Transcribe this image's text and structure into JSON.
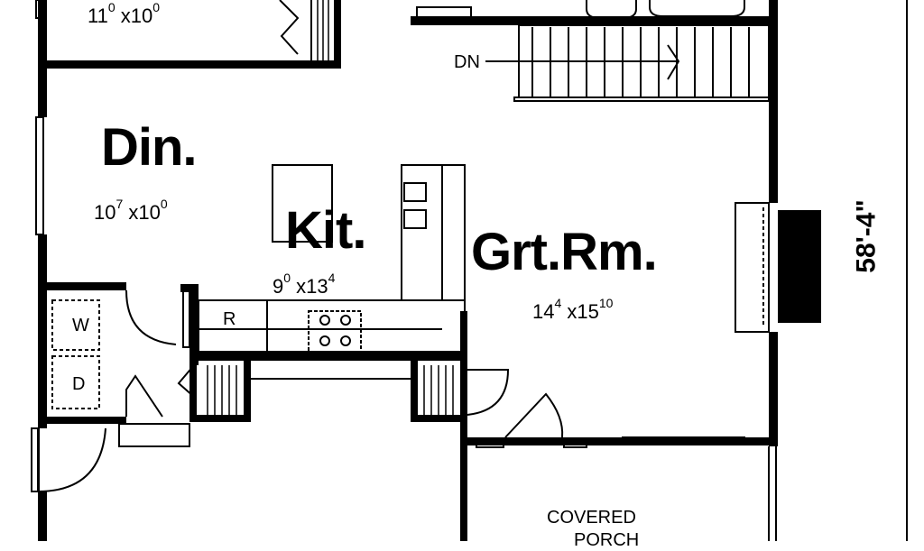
{
  "plan": {
    "rooms": [
      {
        "name": "",
        "width": "11",
        "width_in": "0",
        "depth": "10",
        "depth_in": "0"
      },
      {
        "name": "Din.",
        "width": "10",
        "width_in": "7",
        "depth": "10",
        "depth_in": "0"
      },
      {
        "name": "Kit.",
        "width": "9",
        "width_in": "0",
        "depth": "13",
        "depth_in": "4"
      },
      {
        "name": "Grt.Rm.",
        "width": "14",
        "width_in": "4",
        "depth": "15",
        "depth_in": "10"
      }
    ],
    "labels": {
      "stairs": "DN",
      "refrigerator": "R",
      "washer": "W",
      "dryer": "D",
      "porch_line1": "COVERED",
      "porch_line2": "PORCH",
      "overall_dimension": "58'-4\"",
      "times": "x"
    }
  }
}
